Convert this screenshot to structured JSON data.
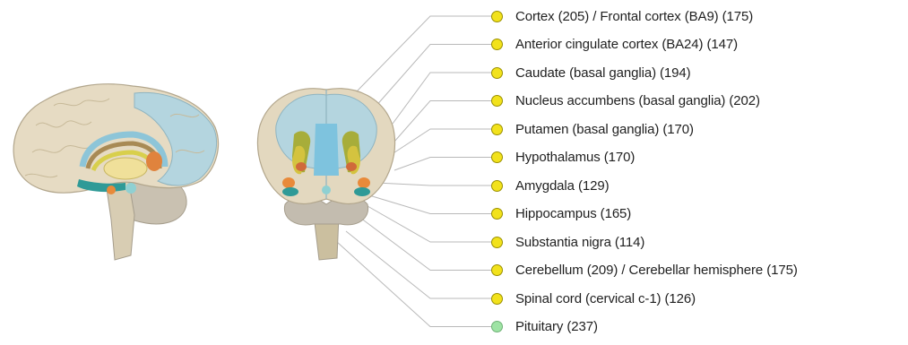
{
  "colors": {
    "marker_yellow": "#f2e21c",
    "marker_green": "#9ee3a4",
    "cortex": "#e6dbc3",
    "frontal": "#b4d5df",
    "cerebellum": "#c9c1b1",
    "leader_line": "#b9b9b9"
  },
  "regions": [
    {
      "label": "Cortex (205) / Frontal cortex (BA9) (175)",
      "marker": "yellow"
    },
    {
      "label": "Anterior cingulate cortex (BA24) (147)",
      "marker": "yellow"
    },
    {
      "label": "Caudate (basal ganglia) (194)",
      "marker": "yellow"
    },
    {
      "label": "Nucleus accumbens (basal ganglia) (202)",
      "marker": "yellow"
    },
    {
      "label": "Putamen (basal ganglia) (170)",
      "marker": "yellow"
    },
    {
      "label": "Hypothalamus (170)",
      "marker": "yellow"
    },
    {
      "label": "Amygdala (129)",
      "marker": "yellow"
    },
    {
      "label": "Hippocampus (165)",
      "marker": "yellow"
    },
    {
      "label": "Substantia nigra (114)",
      "marker": "yellow"
    },
    {
      "label": "Cerebellum (209) / Cerebellar hemisphere (175)",
      "marker": "yellow"
    },
    {
      "label": "Spinal cord (cervical c-1) (126)",
      "marker": "yellow"
    },
    {
      "label": "Pituitary (237)",
      "marker": "green"
    }
  ]
}
